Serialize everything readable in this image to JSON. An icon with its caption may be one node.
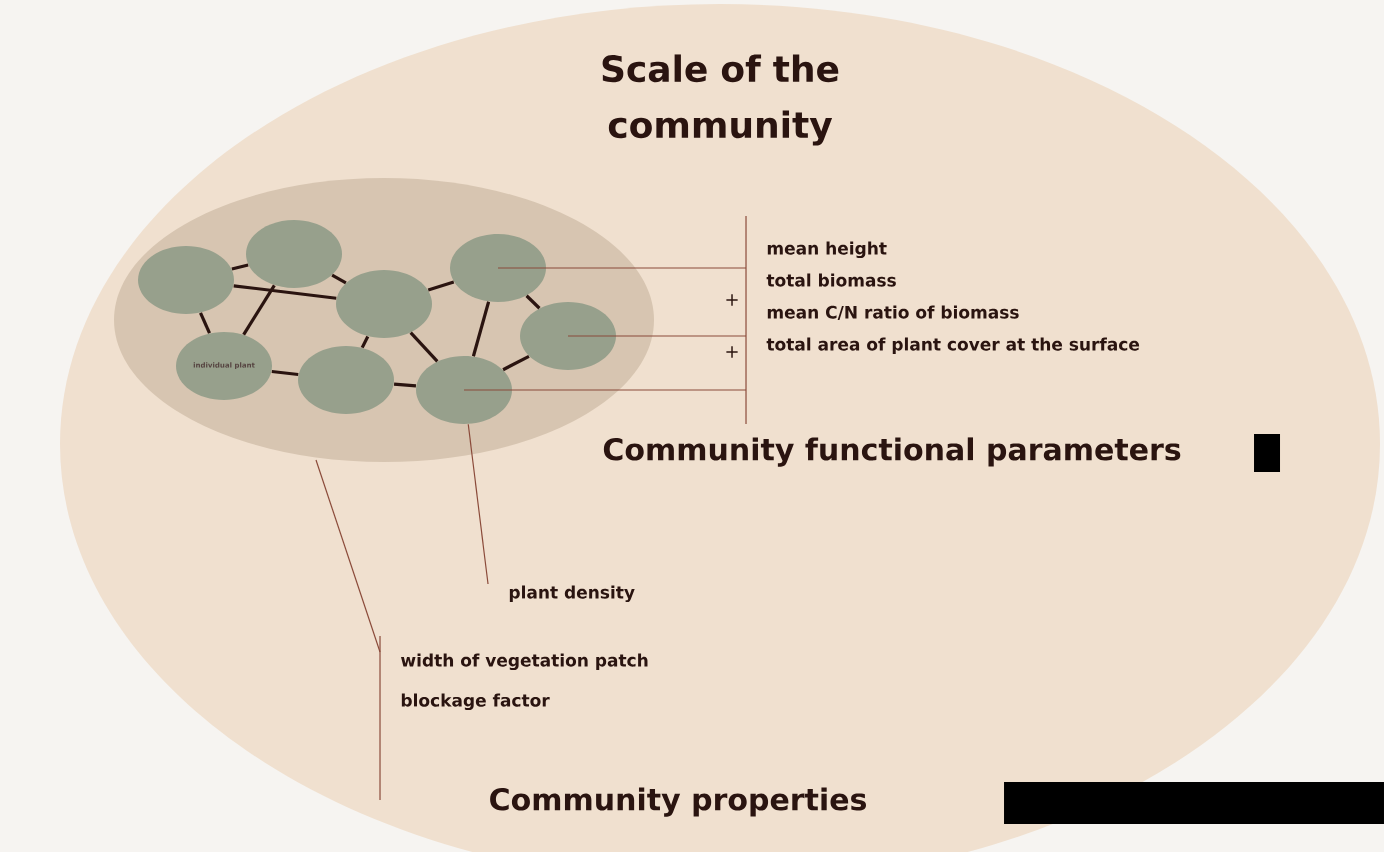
{
  "diagram": {
    "nodes": [
      {
        "text": [
          "Scale of the community"
        ]
      },
      {
        "text": [],
        "shape": "ellipse",
        "in": 0
      },
      {
        "text": [],
        "shape": "ellipse",
        "in": 1
      },
      {
        "text": [],
        "shape": "ellipse",
        "in": 1
      },
      {
        "text": [],
        "shape": "ellipse",
        "in": 1
      },
      {
        "text": [],
        "shape": "ellipse",
        "in": 1
      },
      {
        "text": [],
        "shape": "ellipse",
        "in": 1
      },
      {
        "text": [],
        "shape": "ellipse",
        "in": 1
      },
      {
        "text": [],
        "shape": "ellipse",
        "in": 1
      },
      {
        "text": [
          "individual plant"
        ],
        "in": 1
      },
      {
        "text": [
          "mean height",
          "total biomass",
          "mean C/N ratio of biomass",
          "total area of plant cover at the surface"
        ],
        "in": 0
      },
      {
        "text": [
          "plant density"
        ],
        "in": 0
      },
      {
        "text": [
          "width of vegetation patch",
          "blockage factor"
        ],
        "in": 0
      }
    ],
    "edges": [
      {
        "from": 2,
        "to": 3,
        "arrow": "none"
      },
      {
        "from": 3,
        "to": 4,
        "arrow": "none"
      },
      {
        "from": 2,
        "to": 4,
        "arrow": "none"
      },
      {
        "from": 3,
        "to": 9,
        "arrow": "none"
      },
      {
        "from": 2,
        "to": 9,
        "arrow": "none"
      },
      {
        "from": 4,
        "to": 5,
        "arrow": "none"
      },
      {
        "from": 5,
        "to": 6,
        "arrow": "none"
      },
      {
        "from": 5,
        "to": 7,
        "arrow": "none"
      },
      {
        "from": 6,
        "to": 7,
        "arrow": "none"
      },
      {
        "from": 4,
        "to": 7,
        "arrow": "none"
      },
      {
        "from": 4,
        "to": 8,
        "arrow": "none"
      },
      {
        "from": 9,
        "to": 8,
        "arrow": "none"
      },
      {
        "from": 8,
        "to": 7,
        "arrow": "none"
      },
      {
        "from": 5,
        "to": 10,
        "arrow": "none",
        "color": "#8a4a3a"
      },
      {
        "from": 6,
        "to": 10,
        "arrow": "none",
        "color": "#8a4a3a"
      },
      {
        "from": 7,
        "to": 10,
        "arrow": "none",
        "color": "#8a4a3a"
      },
      {
        "from": 11,
        "to": 7,
        "arrow": "none",
        "color": "#8a4a3a"
      },
      {
        "from": 12,
        "to": 1,
        "arrow": "none",
        "color": "#8a4a3a"
      }
    ],
    "labels": [
      "+",
      "+",
      "Community functional parameters",
      "Community properties"
    ]
  }
}
